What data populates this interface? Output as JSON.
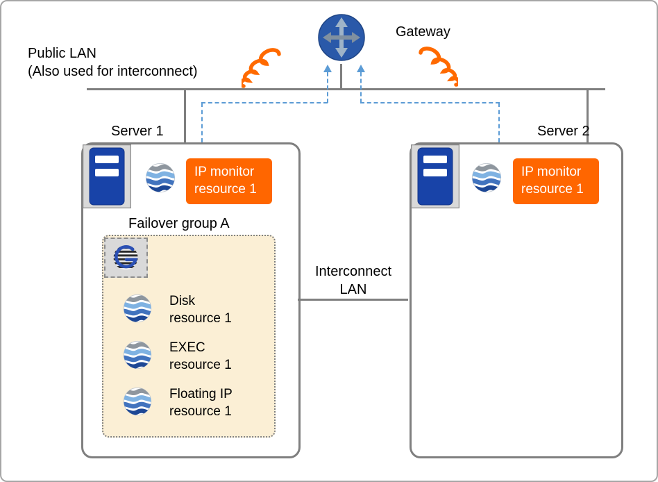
{
  "labels": {
    "gateway": "Gateway",
    "public_lan": "Public LAN\n(Also used for interconnect)",
    "interconnect": "Interconnect\nLAN"
  },
  "server1": {
    "name": "Server 1",
    "ip_monitor_badge": "IP monitor\nresource 1",
    "failover_group": {
      "title": "Failover group A",
      "resources": [
        {
          "icon": "resource-sphere-icon",
          "label": "Disk\nresource 1"
        },
        {
          "icon": "resource-sphere-icon",
          "label": "EXEC\nresource 1"
        },
        {
          "icon": "resource-sphere-icon",
          "label": "Floating IP\nresource 1"
        }
      ]
    }
  },
  "server2": {
    "name": "Server 2",
    "ip_monitor_badge": "IP monitor\nresource 1"
  },
  "icons": {
    "gateway": "router-gateway-icon",
    "server": "server-tower-icon",
    "resource": "resource-sphere-icon",
    "cluster_logo": "cluster-group-logo-icon",
    "spiral": "failure-spiral-icon"
  },
  "colors": {
    "badge_orange": "#FF6600",
    "server_blue": "#1843A8",
    "line_gray": "#7F7F7F",
    "dashed_blue": "#5B9BD5",
    "group_bg": "#FBEFD5",
    "spiral_orange": "#FF6A00",
    "gateway_blue": "#2A59A9"
  }
}
